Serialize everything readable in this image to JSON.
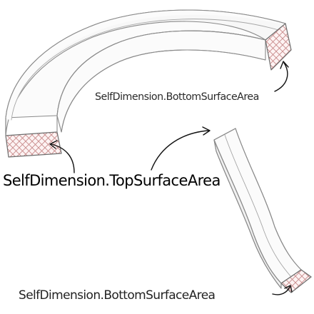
{
  "labels": {
    "top_surface": "SelfDimension.TopSurfaceArea",
    "bottom_surface_arc": "SelfDimension.BottomSurfaceArea",
    "bottom_surface_beam": "SelfDimension.BottomSurfaceArea"
  },
  "colors": {
    "outline": "#8a8a8a",
    "hatch": "#c98a8a",
    "arrow": "#111111",
    "text": "#1a1a1a"
  }
}
